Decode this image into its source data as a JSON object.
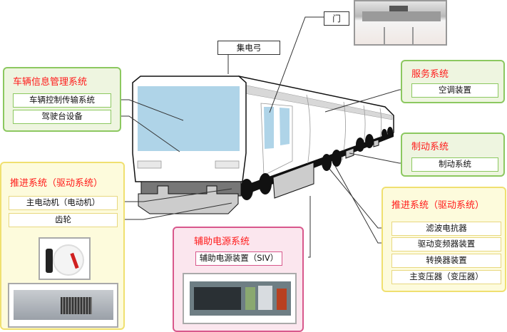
{
  "title": "列车系统构成图",
  "callouts": {
    "pantograph": "集电弓",
    "door": "门"
  },
  "panels": {
    "info_mgmt": {
      "title": "车辆信息管理系统",
      "items": [
        "车辆控制传输系统",
        "驾驶台设备"
      ]
    },
    "propulsion_left": {
      "title": "推进系统（驱动系统）",
      "items": [
        "主电动机（电动机）",
        "齿轮"
      ]
    },
    "aux_power": {
      "title": "辅助电源系统",
      "items": [
        "辅助电源装置（SIV）"
      ]
    },
    "service": {
      "title": "服务系统",
      "items": [
        "空调装置"
      ]
    },
    "brake": {
      "title": "制动系统",
      "items": [
        "制动系统"
      ]
    },
    "propulsion_right": {
      "title": "推进系统（驱动系统）",
      "items": [
        "滤波电抗器",
        "驱动变频器装置",
        "转换器装置",
        "主变压器（变压器）"
      ]
    }
  },
  "photos": {
    "door_mechanism": "door-mechanism-photo",
    "traction_motor": "traction-motor-photo",
    "gear_unit": "gear-unit-photo",
    "siv_unit": "siv-unit-photo"
  },
  "colors": {
    "title_red": "#ff1a1a",
    "green_border": "#8cc860",
    "yellow_border": "#f0e070",
    "pink_border": "#d8588c",
    "window_blue": "#afd4e8"
  }
}
